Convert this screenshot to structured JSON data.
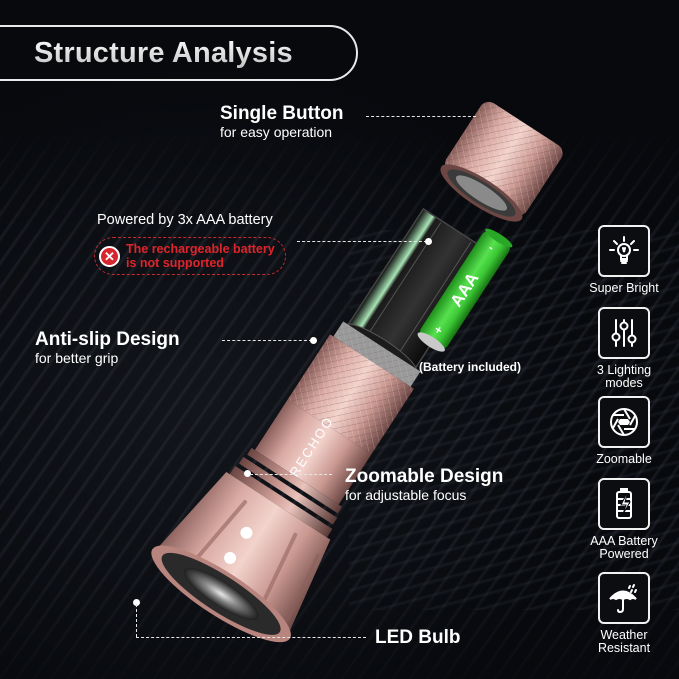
{
  "header": {
    "title": "Structure Analysis"
  },
  "callouts": {
    "single_button": {
      "title": "Single Button",
      "subtitle": "for easy operation"
    },
    "battery": {
      "text": "Powered by 3x AAA battery",
      "warning_line1": "The rechargeable battery",
      "warning_line2": "is not supported",
      "warning_icon": "x-circle-icon"
    },
    "anti_slip": {
      "title": "Anti-slip Design",
      "subtitle": "for better grip"
    },
    "zoomable": {
      "title": "Zoomable Design",
      "subtitle": "for adjustable focus"
    },
    "led": {
      "title": "LED Bulb"
    }
  },
  "product": {
    "brand": "RECHOO",
    "battery_label": "AAA",
    "battery_plus": "+",
    "battery_minus": "-",
    "battery_caption": "(Battery included)",
    "body_color": "#d7a9a3",
    "battery_color": "#3fc83a"
  },
  "features": [
    {
      "icon": "light-bulb-icon",
      "label_line1": "Super Bright",
      "label_line2": ""
    },
    {
      "icon": "sliders-icon",
      "label_line1": "3 Lighting",
      "label_line2": "modes"
    },
    {
      "icon": "aperture-icon",
      "label_line1": "Zoomable",
      "label_line2": ""
    },
    {
      "icon": "battery-charge-icon",
      "label_line1": "AAA Battery",
      "label_line2": "Powered"
    },
    {
      "icon": "umbrella-rain-icon",
      "label_line1": "Weather",
      "label_line2": "Resistant"
    }
  ],
  "colors": {
    "background": "#07090d",
    "warning_red": "#e0242c",
    "text": "#ffffff"
  }
}
